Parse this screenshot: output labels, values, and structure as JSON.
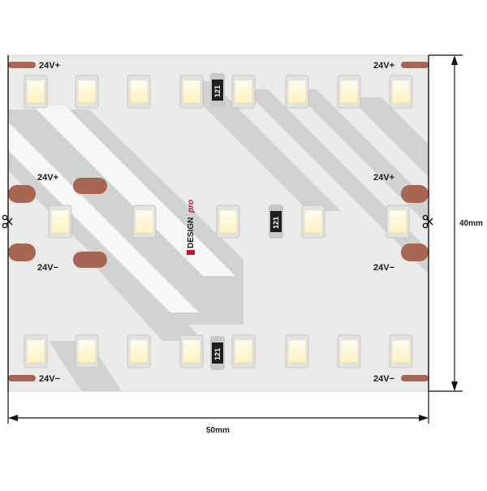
{
  "strip": {
    "labels": {
      "top_left": "24V+",
      "top_right": "24V+",
      "mid_left_upper": "24V+",
      "mid_right_upper": "24V+",
      "mid_left_lower": "24V−",
      "mid_right_lower": "24V−",
      "bottom_left": "24V−",
      "bottom_right": "24V−"
    },
    "resistor_code": "121",
    "logo_text": "DESIGN",
    "logo_script": "pro"
  },
  "dimensions": {
    "width_label": "50mm",
    "height_label": "40mm"
  },
  "colors": {
    "strip_background": "#ebebeb",
    "pad": "#a8654f",
    "led_body": "#e3e3e3",
    "led_phosphor": "#fff5c8",
    "resistor": "#1e1e1e",
    "logo_red": "#c8102e"
  },
  "icons": {
    "cut_mark": "scissors-icon"
  }
}
